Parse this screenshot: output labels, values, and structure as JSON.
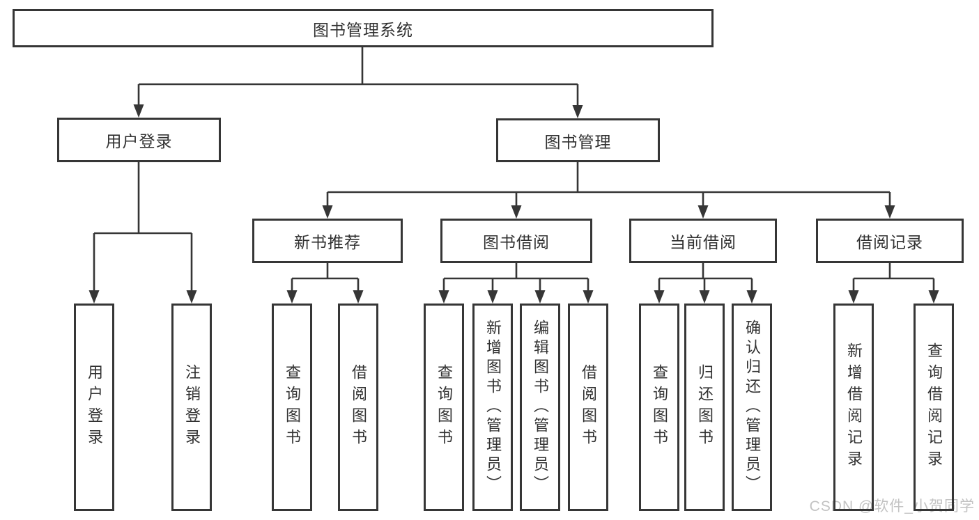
{
  "diagram": {
    "root": "图书管理系统",
    "level2": [
      "用户登录",
      "图书管理"
    ],
    "level3": [
      "新书推荐",
      "图书借阅",
      "当前借阅",
      "借阅记录"
    ],
    "leaves": {
      "user_login": [
        "用户登录",
        "注销登录"
      ],
      "new_book": [
        "查询图书",
        "借阅图书"
      ],
      "book_borrow": [
        "查询图书",
        "新增图书（管理员）",
        "编辑图书（管理员）",
        "借阅图书"
      ],
      "current_borrow": [
        "查询图书",
        "归还图书",
        "确认归还（管理员）"
      ],
      "borrow_records": [
        "新增借阅记录",
        "查询借阅记录"
      ]
    }
  },
  "watermark": "CSDN @软件_小贺同学",
  "colors": {
    "line": "#363636",
    "watermark": "#c3c3c3"
  }
}
